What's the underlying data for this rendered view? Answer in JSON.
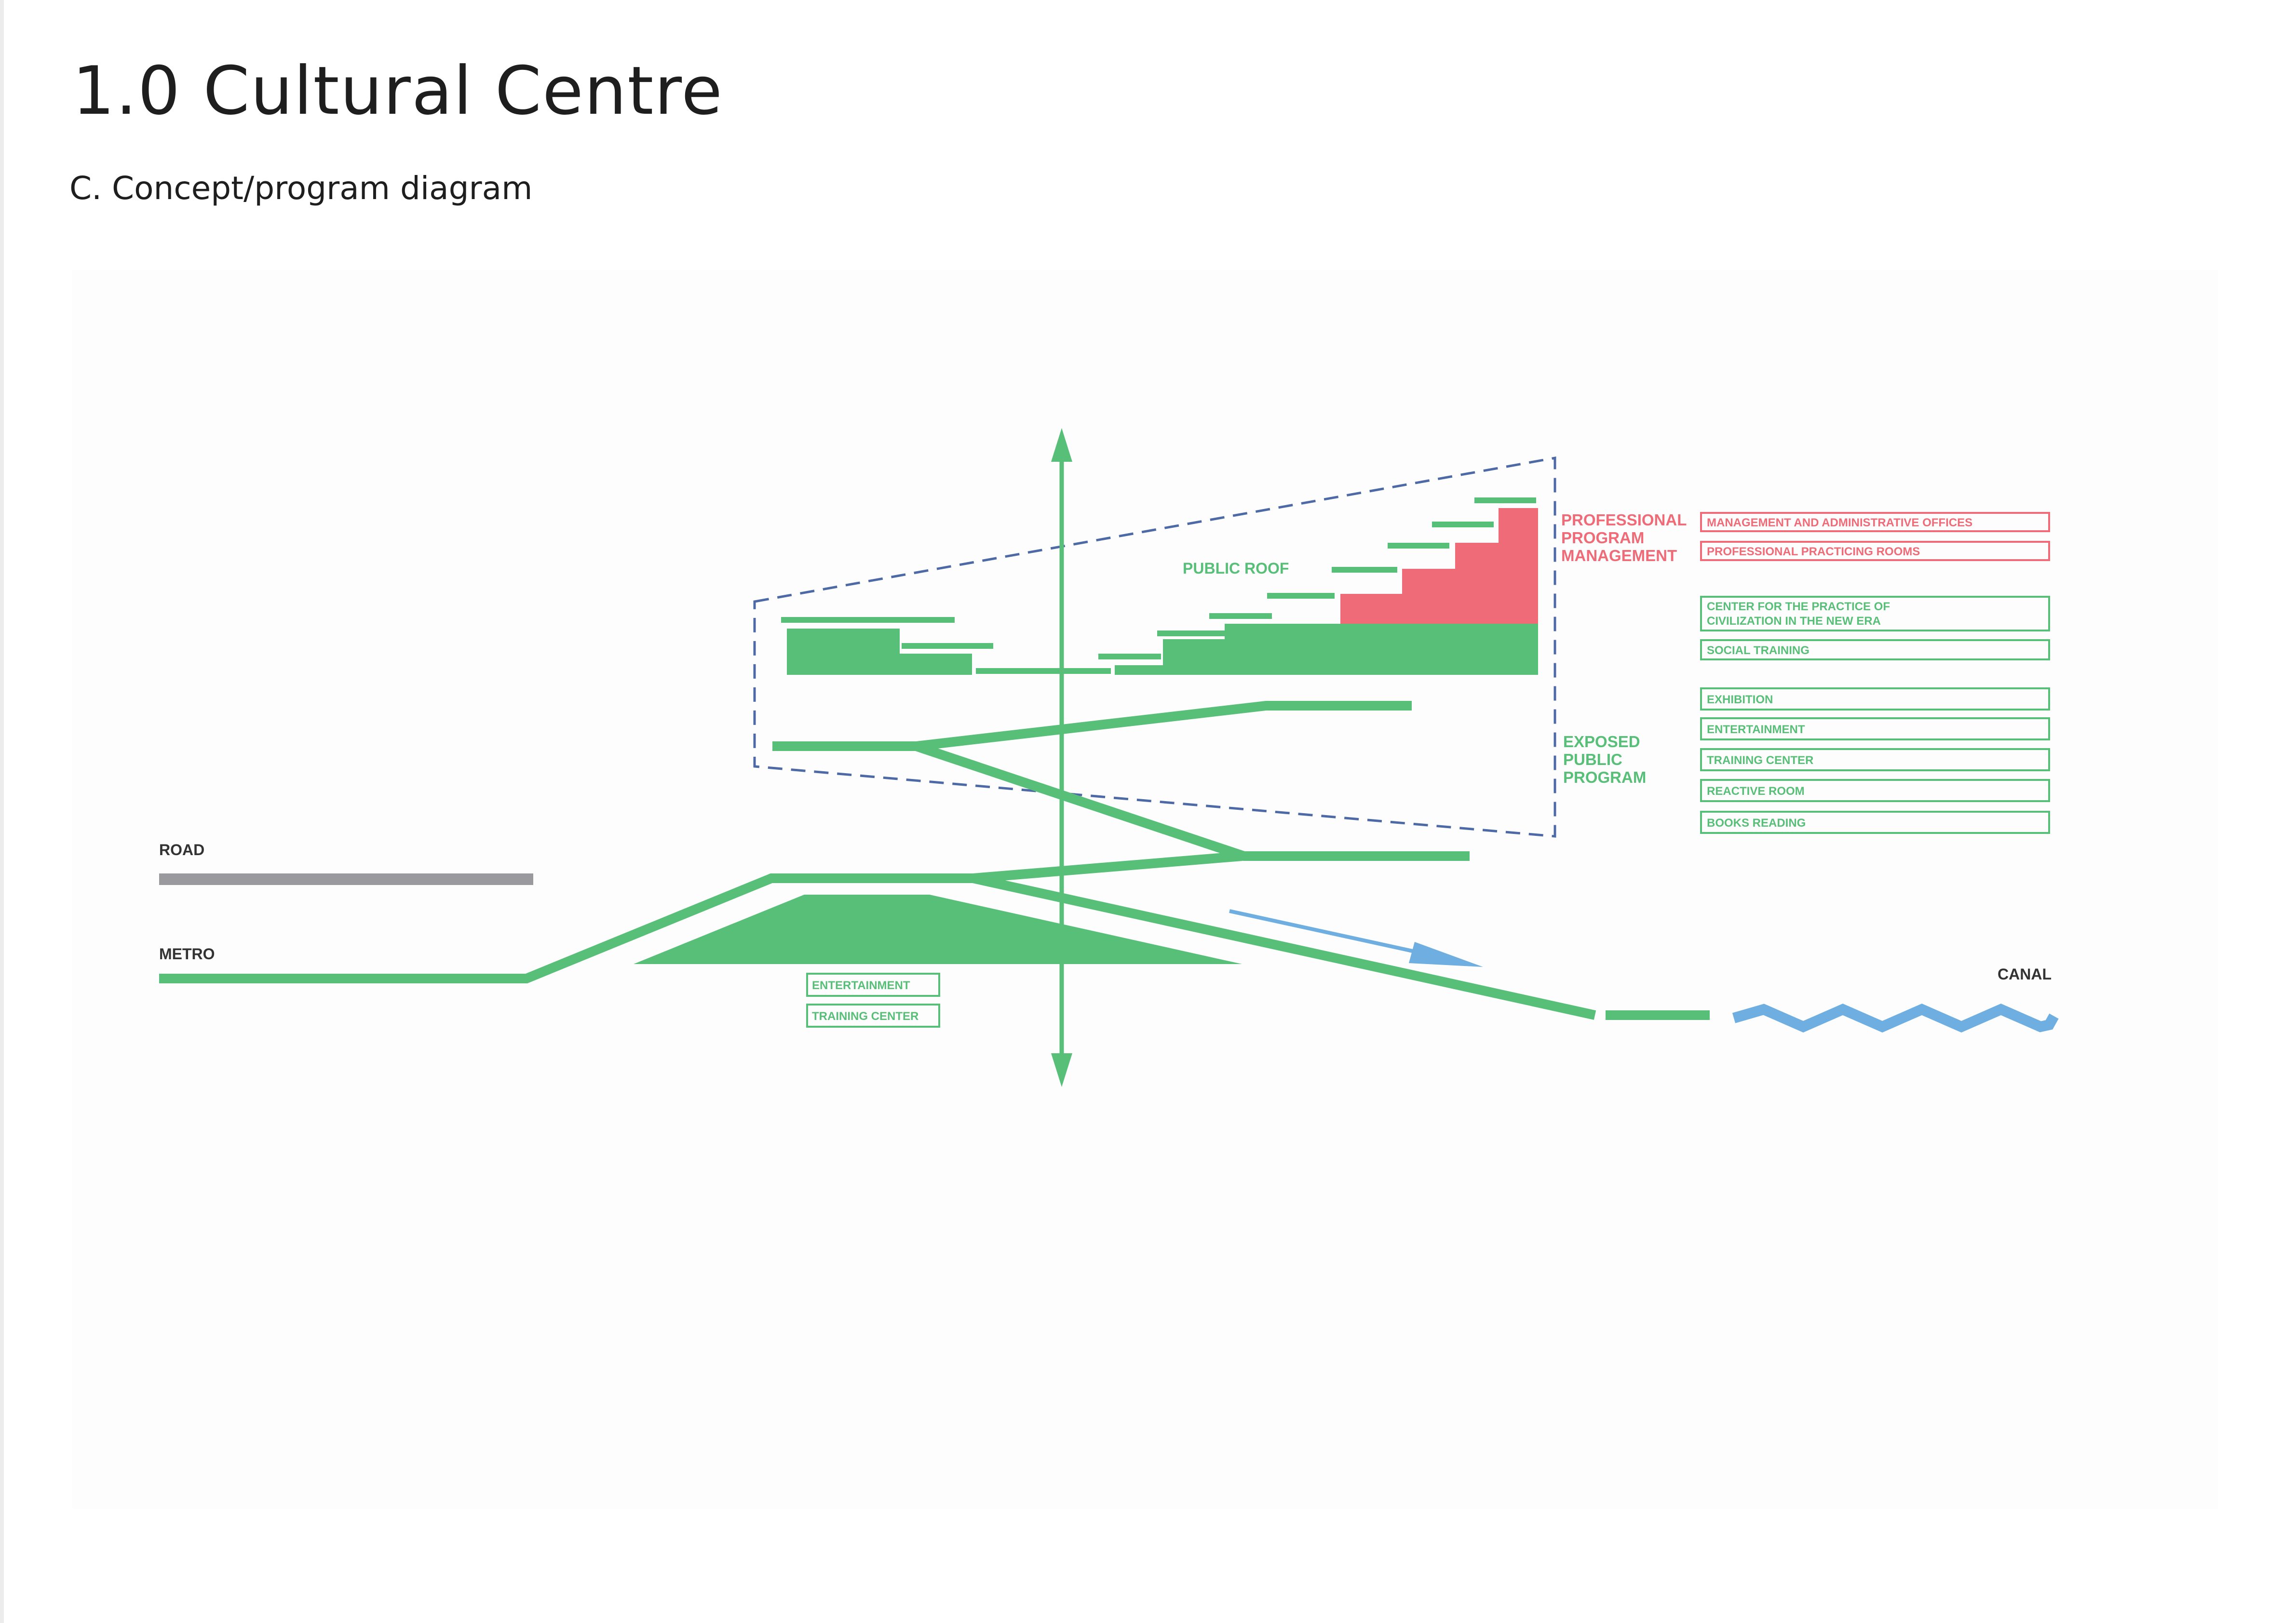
{
  "page": {
    "title": "1.0 Cultural Centre",
    "subtitle": "C. Concept/program diagram"
  },
  "diagram": {
    "site_labels": {
      "road": "ROAD",
      "metro": "METRO",
      "canal": "CANAL"
    },
    "zone_labels": {
      "public_roof": "PUBLIC ROOF",
      "professional": [
        "PROFESSIONAL",
        "PROGRAM",
        "MANAGEMENT"
      ],
      "exposed": [
        "EXPOSED",
        "PUBLIC",
        "PROGRAM"
      ]
    },
    "management_program": [
      {
        "label": "MANAGEMENT AND ADMINISTRATIVE OFFICES"
      },
      {
        "label": "PROFESSIONAL PRACTICING ROOMS"
      }
    ],
    "civilization_program": [
      {
        "lines": [
          "CENTER FOR THE PRACTICE OF",
          "CIVILIZATION IN THE NEW ERA"
        ]
      },
      {
        "lines": [
          "SOCIAL TRAINING"
        ]
      }
    ],
    "public_program": [
      {
        "label": "EXHIBITION"
      },
      {
        "label": "ENTERTAINMENT"
      },
      {
        "label": "TRAINING CENTER"
      },
      {
        "label": "REACTIVE ROOM"
      },
      {
        "label": "BOOKS READING"
      }
    ],
    "underground_program": [
      {
        "label": "ENTERTAINMENT"
      },
      {
        "label": "TRAINING CENTER"
      }
    ]
  },
  "colors": {
    "green": "#58bf78",
    "red": "#ef6b78",
    "gray": "#9a9a9e",
    "blue": "#6eaee0",
    "dash": "#4d6aa6",
    "text_dark": "#333333"
  }
}
